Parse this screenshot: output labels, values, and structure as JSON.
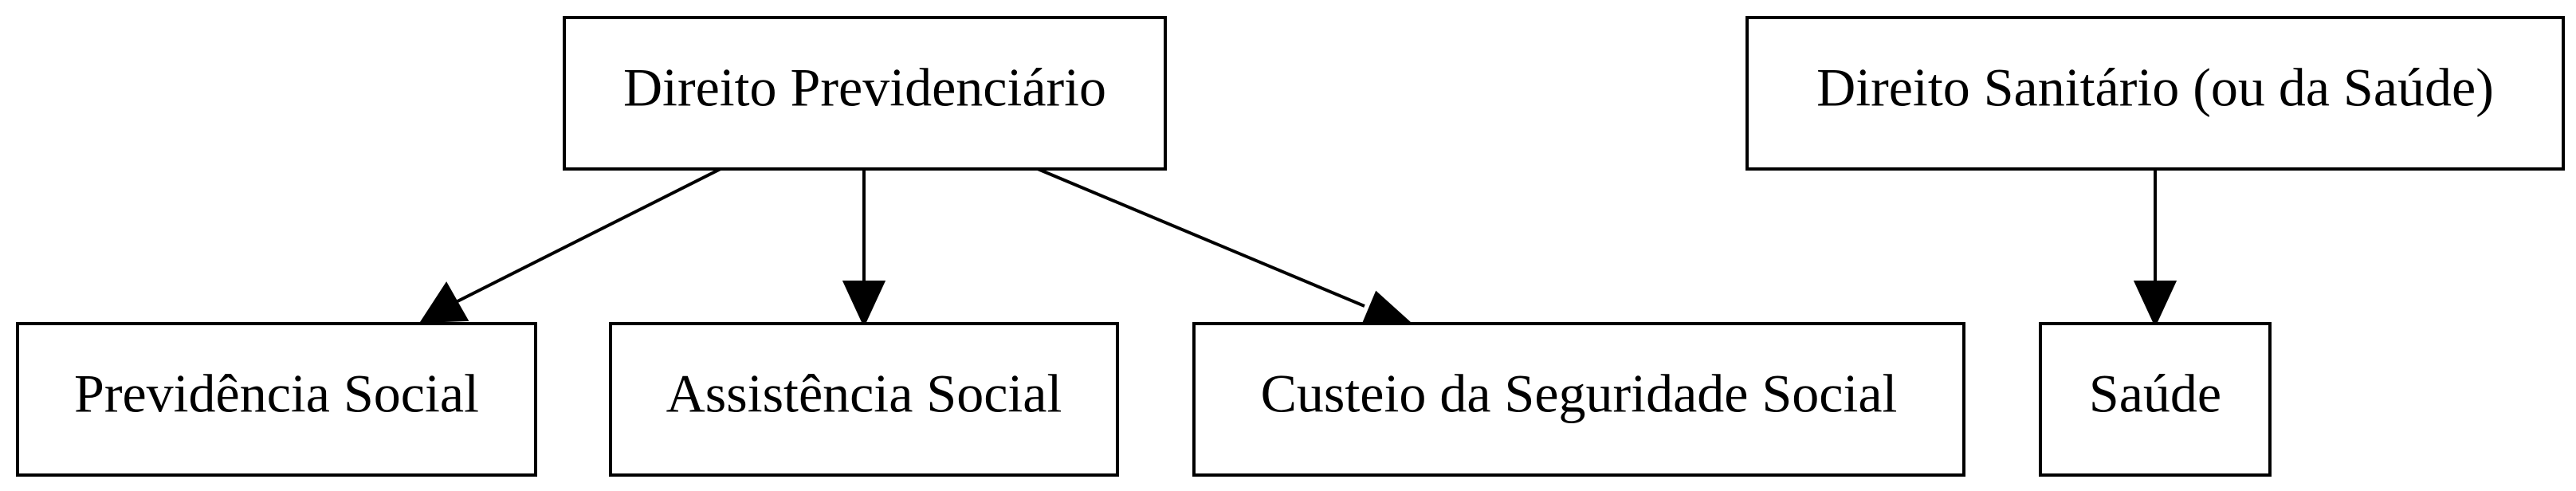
{
  "diagram": {
    "nodes": [
      {
        "id": "direito-previdenciario",
        "label": "Direito Previdenciário"
      },
      {
        "id": "direito-sanitario",
        "label": "Direito Sanitário (ou da Saúde)"
      },
      {
        "id": "previdencia-social",
        "label": "Previdência Social"
      },
      {
        "id": "assistencia-social",
        "label": "Assistência Social"
      },
      {
        "id": "custeio-seguridade",
        "label": "Custeio da Seguridade Social"
      },
      {
        "id": "saude",
        "label": "Saúde"
      }
    ],
    "edges": [
      {
        "from": "direito-previdenciario",
        "to": "previdencia-social"
      },
      {
        "from": "direito-previdenciario",
        "to": "assistencia-social"
      },
      {
        "from": "direito-previdenciario",
        "to": "custeio-seguridade"
      },
      {
        "from": "direito-sanitario",
        "to": "saude"
      }
    ]
  }
}
